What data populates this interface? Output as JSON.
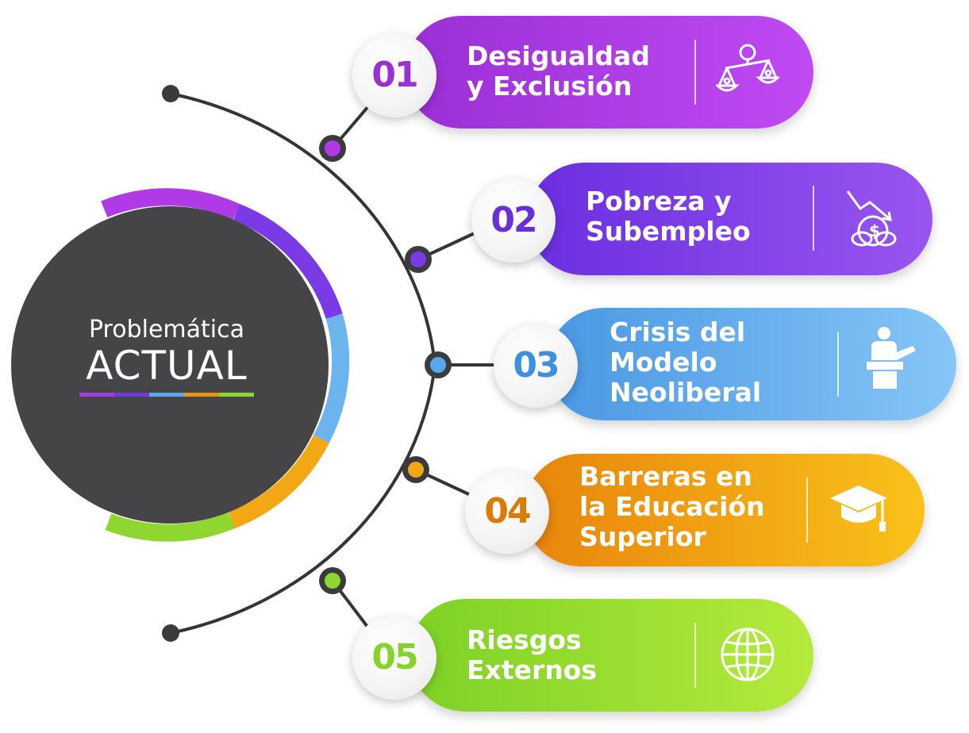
{
  "center": {
    "line1": "Problemática",
    "line2": "ACTUAL"
  },
  "items": [
    {
      "number": "01",
      "lines": [
        "Desigualdad",
        "y Exclusión"
      ],
      "icon": "balance-scale-icon",
      "colors": [
        "#9a2fd6",
        "#c04af3"
      ],
      "num_color": "#9c2fd0"
    },
    {
      "number": "02",
      "lines": [
        "Pobreza y",
        "Subempleo"
      ],
      "icon": "declining-coins-icon",
      "colors": [
        "#6a2ee0",
        "#9a55f0"
      ],
      "num_color": "#6a30d8"
    },
    {
      "number": "03",
      "lines": [
        "Crisis del",
        "Modelo",
        "Neoliberal"
      ],
      "icon": "presenter-icon",
      "colors": [
        "#4a97e3",
        "#86c6f7"
      ],
      "num_color": "#3d8fe0"
    },
    {
      "number": "04",
      "lines": [
        "Barreras en",
        "la Educación",
        "Superior"
      ],
      "icon": "graduation-cap-icon",
      "colors": [
        "#e8840c",
        "#f9c21a"
      ],
      "num_color": "#dc7a08"
    },
    {
      "number": "05",
      "lines": [
        "Riesgos",
        "Externos"
      ],
      "icon": "globe-icon",
      "colors": [
        "#7dd126",
        "#b5ea3c"
      ],
      "num_color": "#86d12a"
    }
  ]
}
